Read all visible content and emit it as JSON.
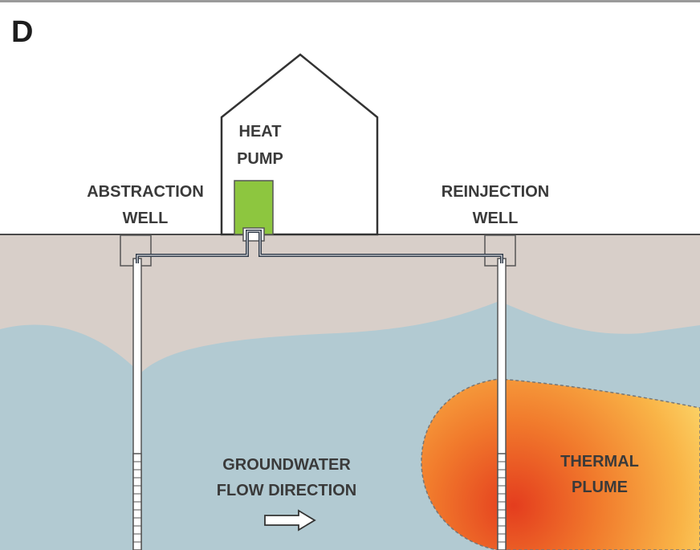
{
  "panel_letter": "D",
  "labels": {
    "heat_pump": [
      "HEAT",
      "PUMP"
    ],
    "abstraction_well": [
      "ABSTRACTION",
      "WELL"
    ],
    "reinjection_well": [
      "REINJECTION",
      "WELL"
    ],
    "groundwater_flow": [
      "GROUNDWATER",
      "FLOW DIRECTION"
    ],
    "thermal_plume": [
      "THERMAL",
      "PLUME"
    ]
  },
  "colors": {
    "soil": "#d8cfc9",
    "groundwater": "#b2cad2",
    "heat_pump": "#8dc63f",
    "pipe": "#2f3a48",
    "plume_hot": "#e84c22",
    "plume_warm": "#f7b048",
    "plume_cool": "#fde878"
  }
}
